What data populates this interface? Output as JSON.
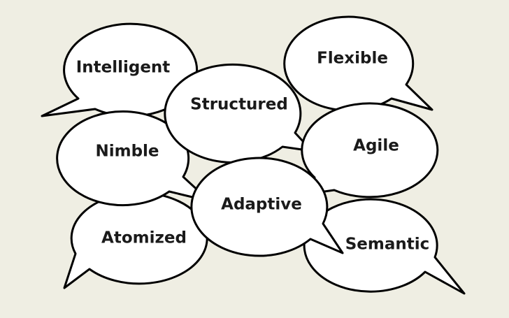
{
  "words": {
    "intelligent": "Intelligent",
    "flexible": "Flexible",
    "structured": "Structured",
    "nimble": "Nimble",
    "agile": "Agile",
    "adaptive": "Adaptive",
    "atomized": "Atomized",
    "semantic": "Semantic"
  },
  "colors": {
    "background": "#efeee3",
    "bubble_fill": "#ffffff",
    "bubble_stroke": "#000000",
    "text": "#1a1a1a"
  }
}
